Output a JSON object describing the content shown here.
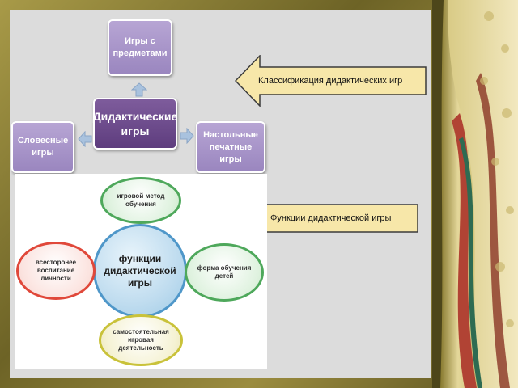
{
  "classification": {
    "center": "Дидактические игры",
    "top": "Игры с предметами",
    "left": "Словесные игры",
    "right": "Настольные печатные игры"
  },
  "callouts": {
    "classification": "Классификация дидактических игр",
    "functions": "Функции дидактической игры"
  },
  "functions": {
    "center": "функции дидактической игры",
    "top": "игровой метод обучения",
    "left": "всесторонее воспитание личности",
    "right": "форма обучения детей",
    "bottom": "самостоятельная игровая деятельность"
  }
}
